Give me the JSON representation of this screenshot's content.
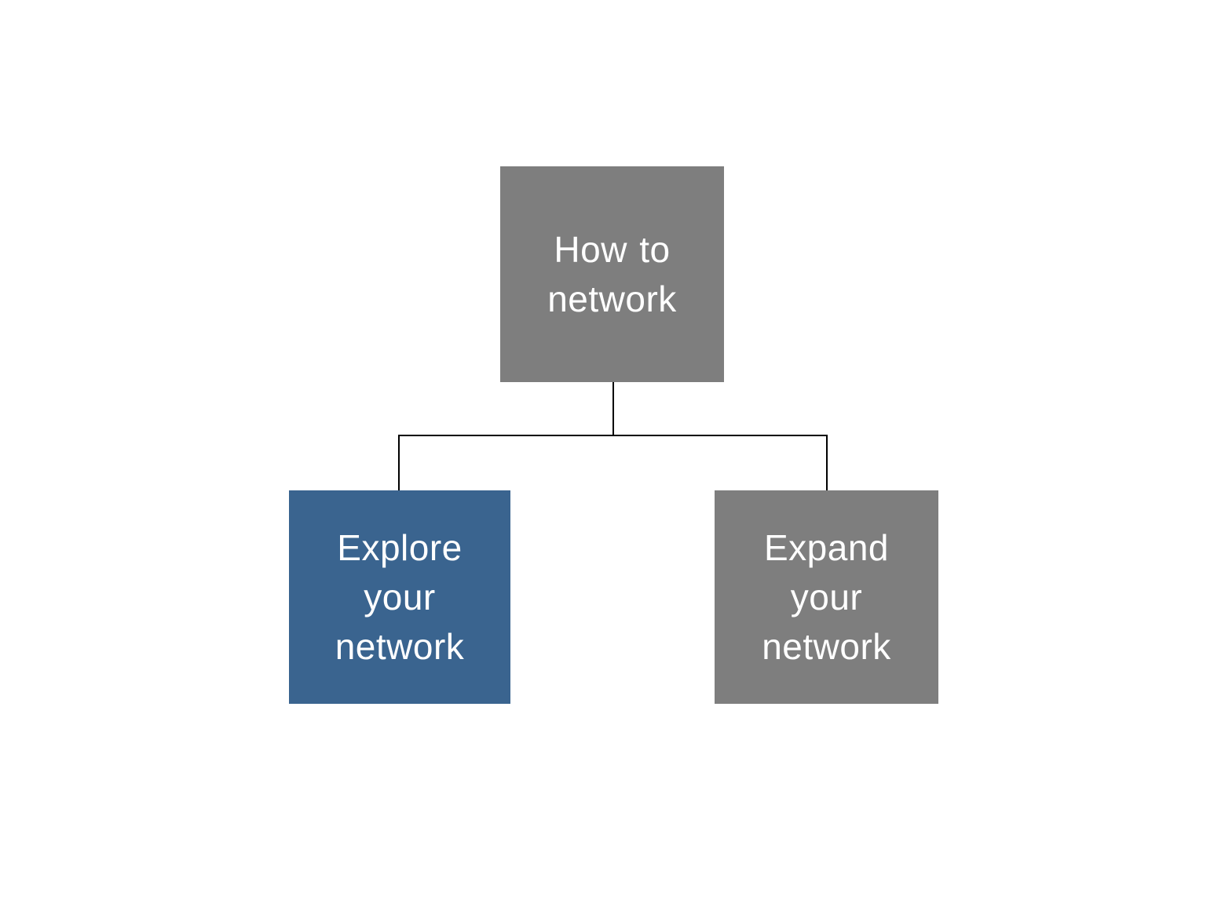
{
  "diagram": {
    "background_color": "#FFFFFF",
    "connector_color": "#000000",
    "text_color": "#FFFFFF",
    "root": {
      "label": "How to network",
      "color": "#7E7E7E"
    },
    "children": [
      {
        "label": "Explore your network",
        "color": "#3A648F"
      },
      {
        "label": "Expand your network",
        "color": "#7E7E7E"
      }
    ]
  }
}
